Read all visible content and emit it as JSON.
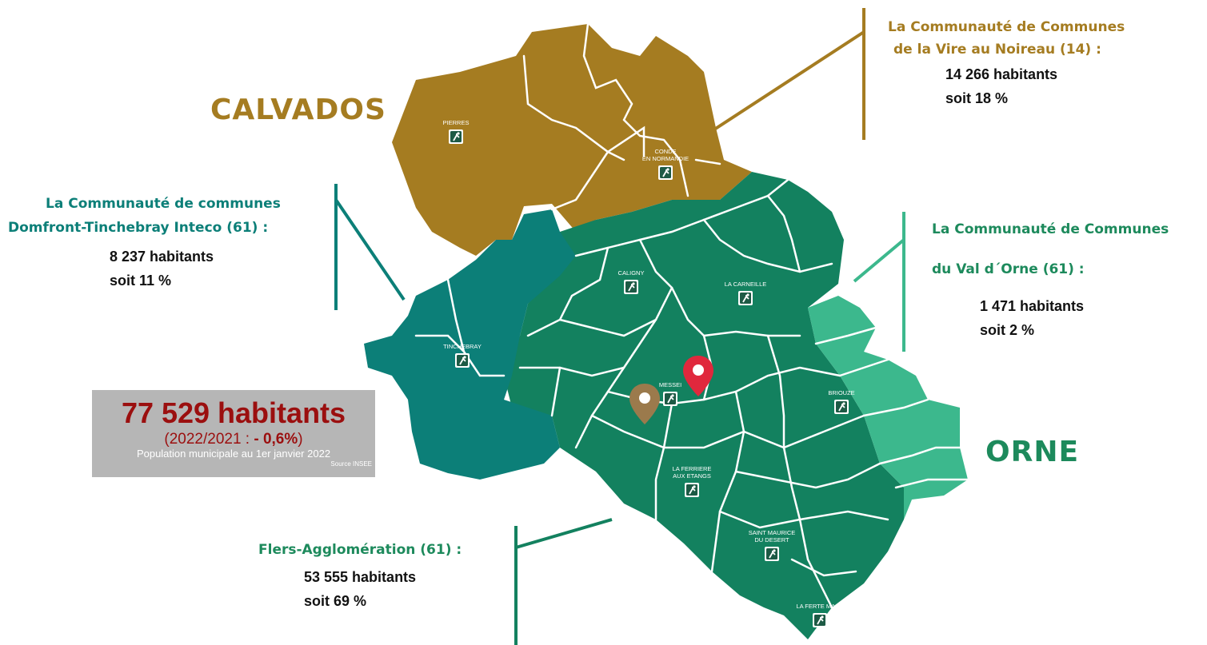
{
  "colors": {
    "calvados": "#a57c21",
    "orne_green": "#13815f",
    "domfront_teal": "#0c7f78",
    "val_orne_light": "#3cb88d",
    "title_brown": "#a57c21",
    "title_green": "#1d8a5c",
    "red_text": "#9b0f0f"
  },
  "departments": {
    "calvados": "CALVADOS",
    "orne": "ORNE"
  },
  "communities": {
    "vire": {
      "title_line1": "La Communauté de Communes",
      "title_line2": "de la Vire au Noireau (14) :",
      "population": "14 266 habitants",
      "share": "soit 18 %"
    },
    "domfront": {
      "title_line1": "La Communauté de communes",
      "title_line2": "Domfront-Tinchebray Inteco (61) :",
      "population": "8 237 habitants",
      "share": "soit 11 %"
    },
    "val_orne": {
      "title_line1": "La Communauté de Communes",
      "title_line2": "du Val d´Orne (61) :",
      "population": "1 471 habitants",
      "share": "soit 2 %"
    },
    "flers": {
      "title": "Flers-Agglomération (61) :",
      "population": "53 555 habitants",
      "share": "soit 69 %"
    }
  },
  "totals": {
    "population": "77 529 habitants",
    "change_prefix": "(2022/2021 : ",
    "change_value": "- 0,6%",
    "change_suffix": ")",
    "note": "Population municipale au 1er janvier 2022",
    "source": "Source INSEE"
  },
  "towns": [
    {
      "name": "PIERRES",
      "icon": "sports-ground-icon"
    },
    {
      "name": "CONDE",
      "name2": "EN NORMANDIE",
      "icon": "sports-ground-icon"
    },
    {
      "name": "CALIGNY",
      "icon": "sports-ground-icon"
    },
    {
      "name": "LA CARNEILLE",
      "icon": "sports-ground-icon"
    },
    {
      "name": "TINCHEBRAY",
      "icon": "sports-ground-icon"
    },
    {
      "name": "MESSEI",
      "icon": "sports-ground-icon"
    },
    {
      "name": "BRIOUZE",
      "icon": "sports-ground-icon"
    },
    {
      "name": "LA FERRIERE",
      "name2": "AUX ETANGS",
      "icon": "sports-ground-icon"
    },
    {
      "name": "SAINT MAURICE",
      "name2": "DU DESERT",
      "icon": "sports-ground-icon"
    },
    {
      "name": "LA FERTE MACE",
      "icon": "sports-ground-icon"
    }
  ],
  "markers": [
    {
      "name": "red-location-pin-icon",
      "color": "#e0283d"
    },
    {
      "name": "brown-location-pin-icon",
      "color": "#9b7a4c"
    }
  ]
}
